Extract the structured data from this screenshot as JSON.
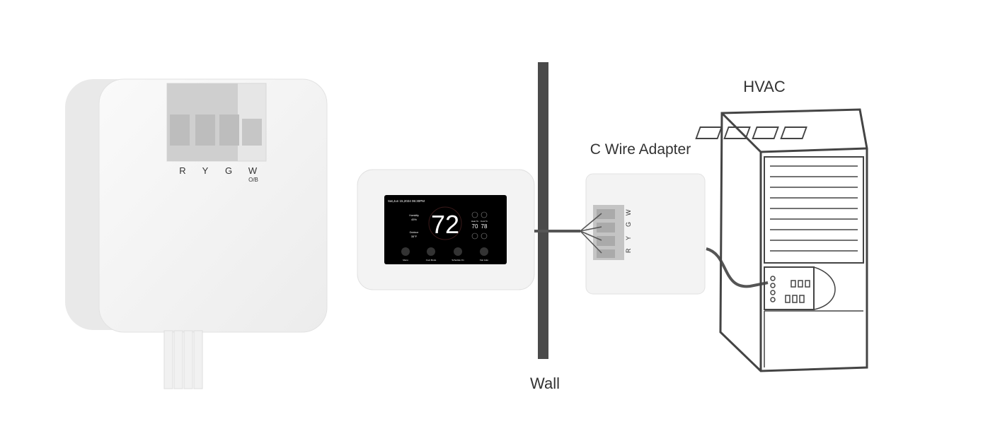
{
  "labels": {
    "wall": "Wall",
    "hvac": "HVAC",
    "adapter": "C Wire Adapter"
  },
  "terminal_block": {
    "terminals": [
      "R",
      "Y",
      "G",
      "W"
    ],
    "w_sub": "O/B"
  },
  "thermostat_screen": {
    "datetime": "Sat,Jun 15,2024   06:30PM",
    "temperature": "72",
    "humidity_label": "Humidity",
    "humidity_value": "45%",
    "outdoor_label": "Outdoor",
    "outdoor_value": "35°F",
    "heat_label": "Heat To",
    "heat_value": "70",
    "cool_label": "Cool To",
    "cool_value": "78",
    "buttons": [
      "Menu",
      "Cool Mode",
      "Schedule On",
      "Fan Auto"
    ]
  },
  "colors": {
    "wall": "#4a4a4a",
    "wire": "#555555",
    "screen": "#000000",
    "device": "#f4f4f4"
  }
}
